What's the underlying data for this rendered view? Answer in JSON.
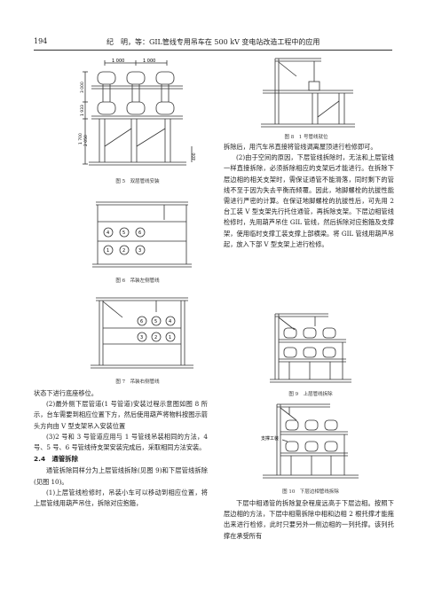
{
  "header": {
    "page_number": "194",
    "running_title": "纪　明，等：GIL管线专用吊车在 500 kV 变电站改造工程中的应用"
  },
  "figures": {
    "fig5": {
      "caption": "图 5　双层管线安装",
      "dim_top_left": "1 000",
      "dim_top_right": "1 000",
      "dim_v1": "3 000",
      "dim_v2": "1 933",
      "dim_v3": "1 700",
      "dim_v4": "2 050",
      "dim_right": "400"
    },
    "fig6": {
      "caption": "图 6　吊装左侧管线",
      "row_top": [
        "4",
        "5",
        "6"
      ],
      "row_bottom": [
        "1",
        "2",
        "3"
      ]
    },
    "fig7": {
      "caption": "图 7　吊装右侧管线",
      "row_top": [
        "6",
        "5",
        "4"
      ],
      "row_bottom": [
        "3",
        "2",
        "1"
      ]
    },
    "fig8": {
      "caption": "图 8　1 号管线就位"
    },
    "fig9": {
      "caption": "图 9　上层管线拆除"
    },
    "fig10": {
      "caption": "图 10　下层边相管线拆除",
      "label": "支撑工装"
    }
  },
  "left_column": {
    "para1": "状态下进行底座移位。",
    "para2": "(2)最外侧下层管道(1 号管道)安装过程示意图如图 8 所示，台车需要到相应位置下方，然后使用葫芦将物料按图示箭头方向由 V 型支架吊入安装位置",
    "para3": "(3)2 号和 3 号管道应用与 1 号管线吊装相同的方法，4 号、5 号、6 号管线待支架安装完成后，采取相同方法安装。",
    "section": "2.4　通管拆除",
    "para4": "通管拆除同样分为上层管线拆除(见图 9)和下层管线拆除(见图 10)。",
    "para5": "(1)上层管线检修时，吊装小车可以移动到相应位置，将上层管线用葫芦吊住，拆除对应抱箍，"
  },
  "right_column": {
    "para1": "拆除后，用汽车吊直接将管线调离屋顶进行检修即可。",
    "para2": "(2)由于空间的原因，下层管线拆除时，无法和上层管线一样直接拆除，必须拆除相应的支架后才能进行。在拆除下层边相的相关支架时，需保证通管不能滑落，同时剩下的管线不至于因为失去平衡而倾覆。因此，地脚螺栓的抗拔性能需进行严密的计算。在保证地脚螺栓的抗拔性后，可先用 2 台工装 V 型支架先行托住通管，再拆除支架。下层边相管线检修时，先用葫芦吊住 GIL 管线，然后拆除对应抱箍及支撑架，使用临时支撑工装支撑上部横梁。将 GIL 管线用葫芦吊起，放入下部 V 型支架上进行检修。",
    "para3": "下层中相通管的拆除复杂程度远高于下层边相。按照下层边相的方法，下层中相需拆除中相和边相 2 根托撑才能拖出来进行检修，此时只要另外一侧边相的一列托撑。该列托撑在承受所有"
  }
}
